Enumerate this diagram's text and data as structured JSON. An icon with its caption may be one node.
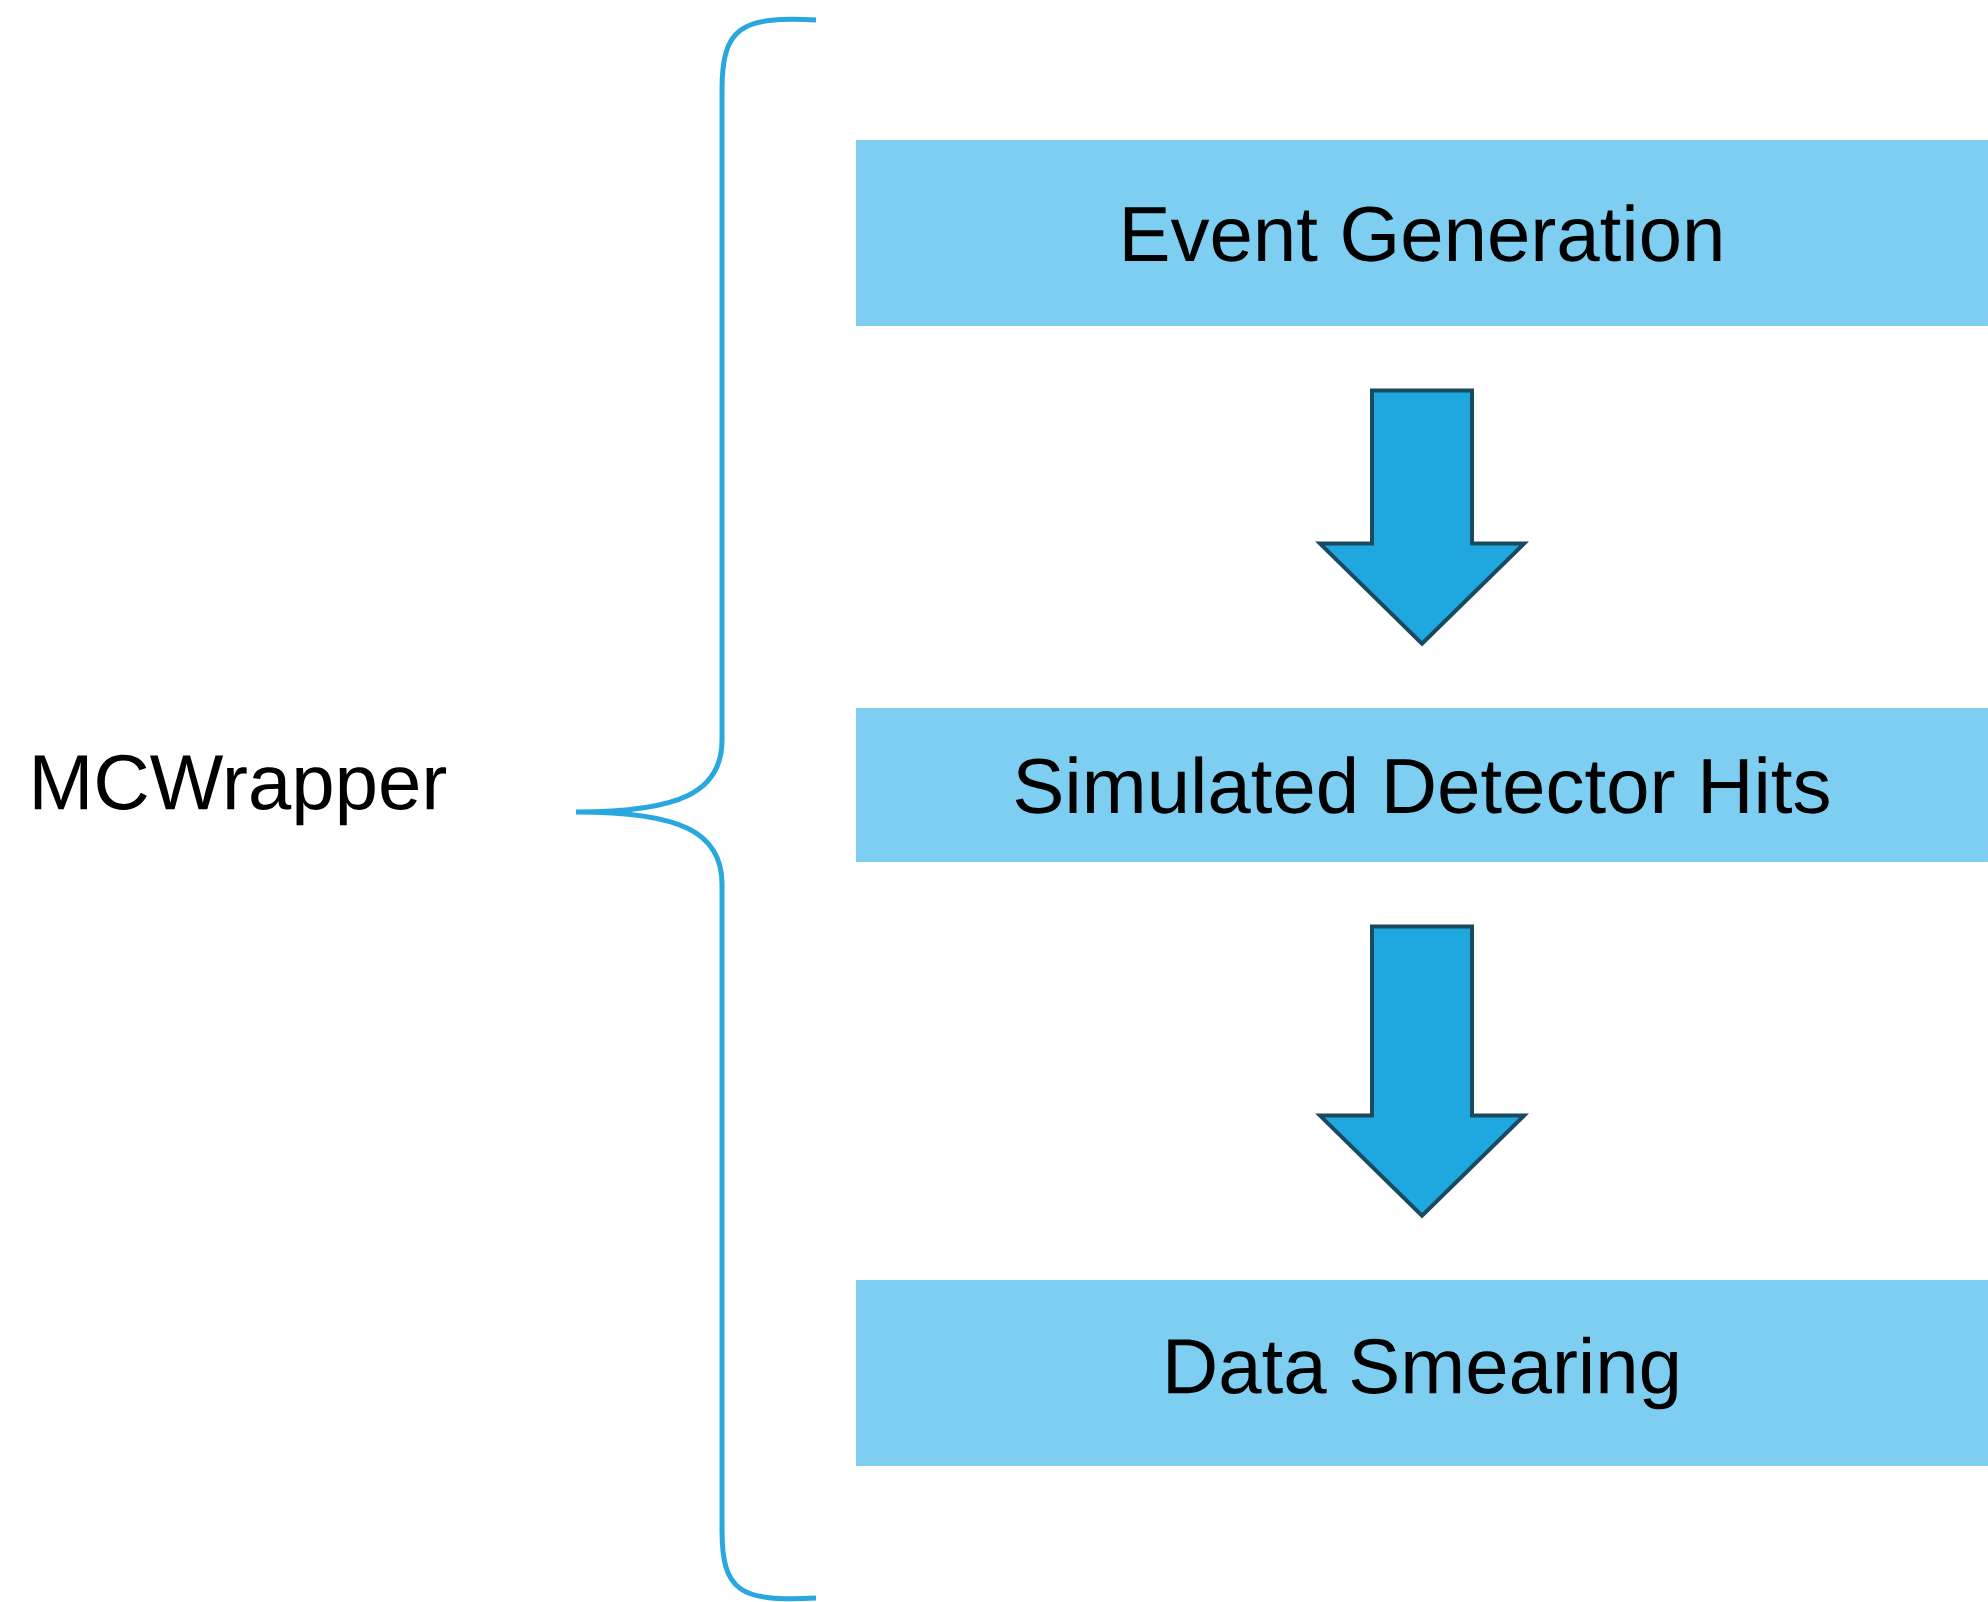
{
  "diagram": {
    "nodes": [
      {
        "text": [
          "Event Generation"
        ]
      },
      {
        "text": [
          "Simulated Detector Hits"
        ]
      },
      {
        "text": [
          "Data Smearing"
        ]
      }
    ],
    "edges": [
      {
        "from": 0,
        "to": 1,
        "arrow": "to"
      },
      {
        "from": 1,
        "to": 2,
        "arrow": "to"
      }
    ],
    "labels": [
      "MCWrapper"
    ]
  }
}
